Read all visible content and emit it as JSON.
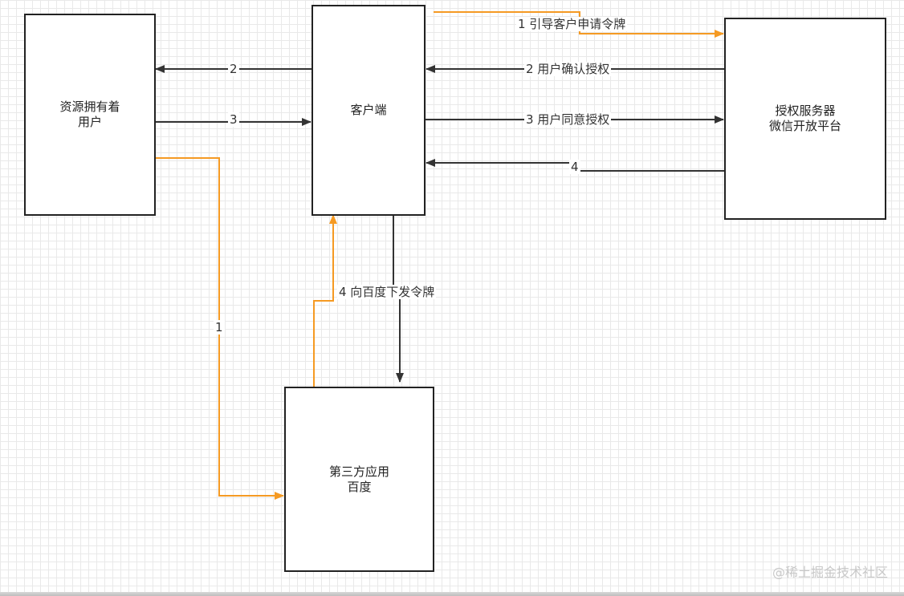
{
  "nodes": {
    "resource_owner": {
      "line1": "资源拥有着",
      "line2": "用户"
    },
    "client": {
      "line1": "客户端"
    },
    "auth_server": {
      "line1": "授权服务器",
      "line2": "微信开放平台"
    },
    "third_party": {
      "line1": "第三方应用",
      "line2": "百度"
    }
  },
  "edges": {
    "e1_redirect": "1 引导客户申请令牌",
    "e2_confirm": "2 用户确认授权",
    "e3_agree": "3 用户同意授权",
    "e4_server": "4",
    "e2_user": "2",
    "e3_user": "3",
    "e1_user": "1",
    "e4_baidu": "4 向百度下发令牌"
  },
  "colors": {
    "orange": "#f59a23",
    "dark": "#333333"
  },
  "watermark": "@稀土掘金技术社区"
}
